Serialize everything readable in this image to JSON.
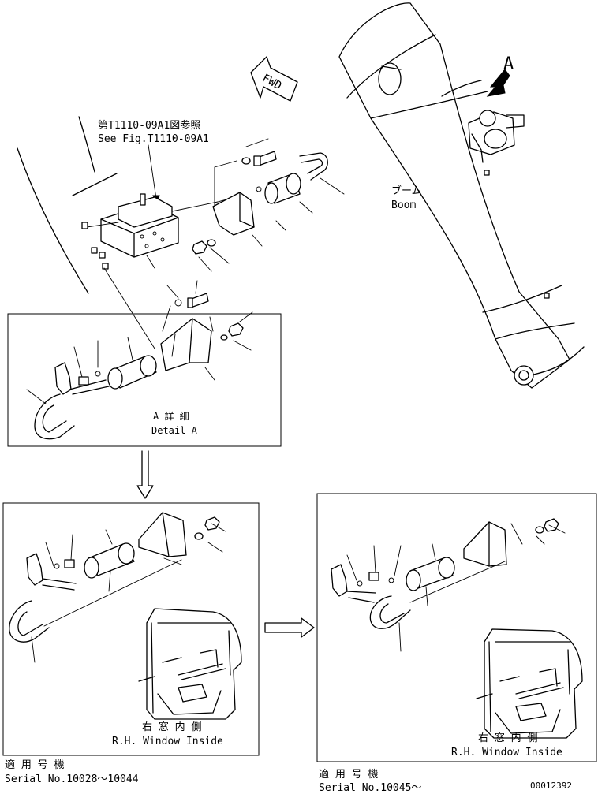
{
  "labels": {
    "see_fig_jp": "第T1110-09A1図参照",
    "see_fig_en": "See Fig.T1110-09A1",
    "fwd": "FWD",
    "view_a": "A",
    "boom_jp": "ブーム",
    "boom_en": "Boom",
    "detail_a_jp": "A 詳 細",
    "detail_a_en": "Detail A",
    "window_left_jp": "右 窓 内 側",
    "window_left_en": "R.H. Window Inside",
    "window_right_jp": "右 窓 内 側",
    "window_right_en": "R.H. Window Inside",
    "serial_left_jp": "適 用 号 機",
    "serial_left_en": "Serial No.10028～10044",
    "serial_right_jp": "適 用 号 機",
    "serial_right_en": "Serial No.10045～",
    "drawing_number": "00012392"
  }
}
